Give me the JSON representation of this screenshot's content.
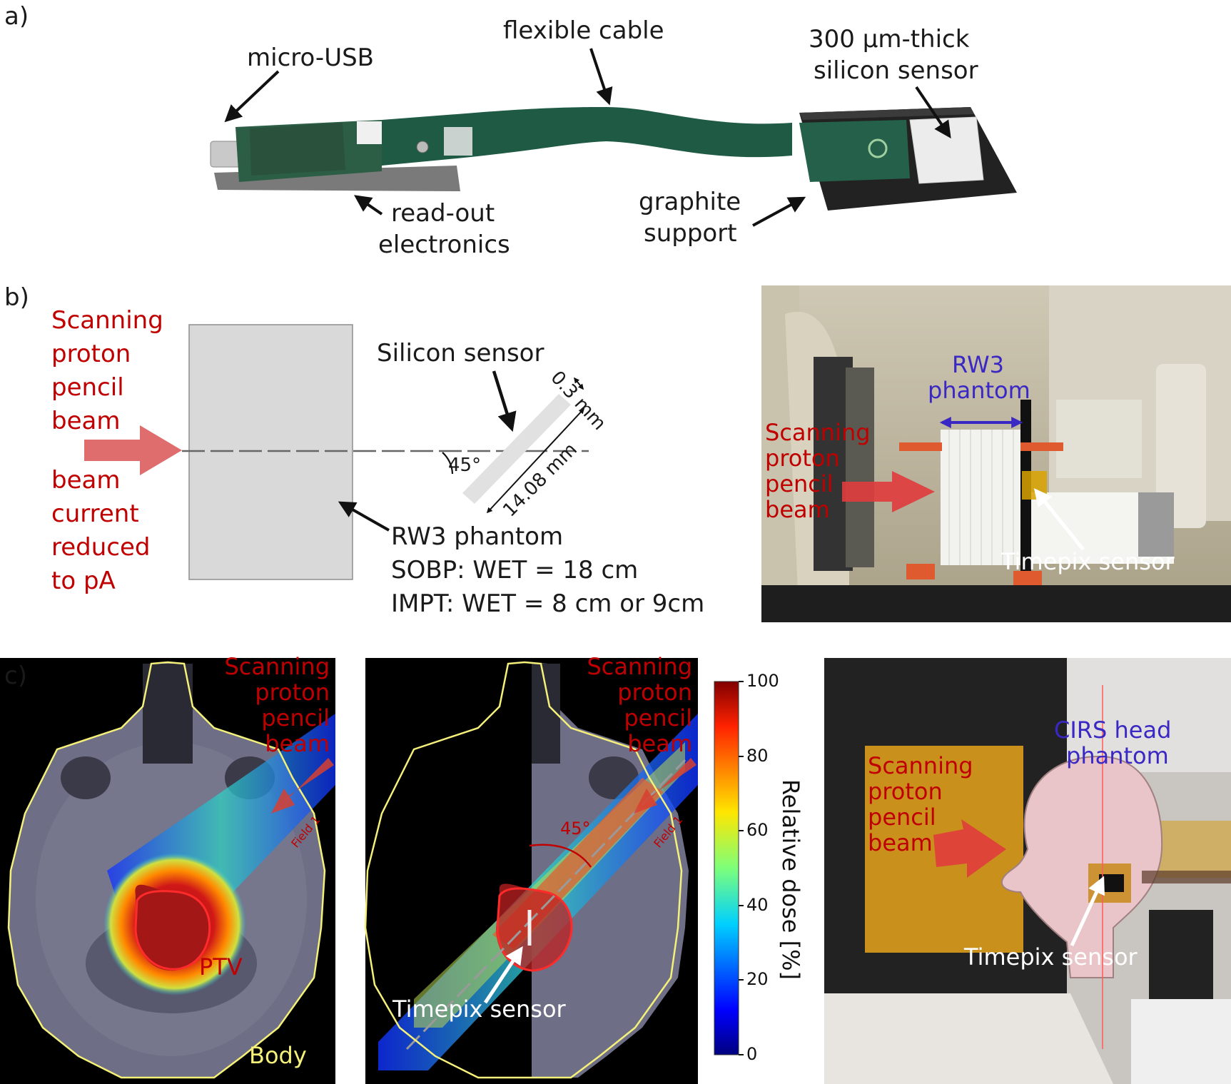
{
  "panels": {
    "a": {
      "letter": "a)",
      "labels": {
        "micro_usb": "micro-USB",
        "flex_cable": "flexible cable",
        "sensor_line1": "300 µm-thick",
        "sensor_line2": "silicon sensor",
        "readout_line1": "read-out",
        "readout_line2": "electronics",
        "graphite_line1": "graphite",
        "graphite_line2": "support"
      }
    },
    "b": {
      "letter": "b)",
      "beam_lines": [
        "Scanning",
        "proton",
        "pencil",
        "beam"
      ],
      "current_lines": [
        "beam",
        "current",
        "reduced",
        "to pA"
      ],
      "silicon_sensor": "Silicon sensor",
      "thickness": "0.3 mm",
      "length": "14.08 mm",
      "angle": "45°",
      "phantom_lines": [
        "RW3 phantom",
        "SOBP: WET = 18 cm",
        "IMPT: WET = 8 cm or 9cm"
      ],
      "photo": {
        "phantom_label": [
          "RW3",
          "phantom"
        ],
        "beam_lines": [
          "Scanning",
          "proton",
          "pencil",
          "beam"
        ],
        "sensor_label": "Timepix sensor"
      }
    },
    "c": {
      "letter": "c)",
      "left": {
        "beam_lines": [
          "Scanning",
          "proton",
          "pencil",
          "beam"
        ],
        "field": "Field 1",
        "ptv": "PTV",
        "body": "Body"
      },
      "middle": {
        "beam_lines": [
          "Scanning",
          "proton",
          "pencil",
          "beam"
        ],
        "field": "Field 1",
        "angle": "45°",
        "sensor_label": "Timepix sensor"
      },
      "colorbar": {
        "ticks": [
          "100",
          "80",
          "60",
          "40",
          "20",
          "0"
        ],
        "label": "Relative dose [%]"
      },
      "photo": {
        "phantom_label": [
          "CIRS head",
          "phantom"
        ],
        "beam_lines": [
          "Scanning",
          "proton",
          "pencil",
          "beam"
        ],
        "sensor_label": "Timepix sensor"
      }
    }
  },
  "colors": {
    "beam_red": "#c00000",
    "phantom_blue": "#3a28c4",
    "phantom_gray": "#d9d9d9",
    "pcb_green": "#1f5a45",
    "contour_yellow": "#f4f07a"
  }
}
